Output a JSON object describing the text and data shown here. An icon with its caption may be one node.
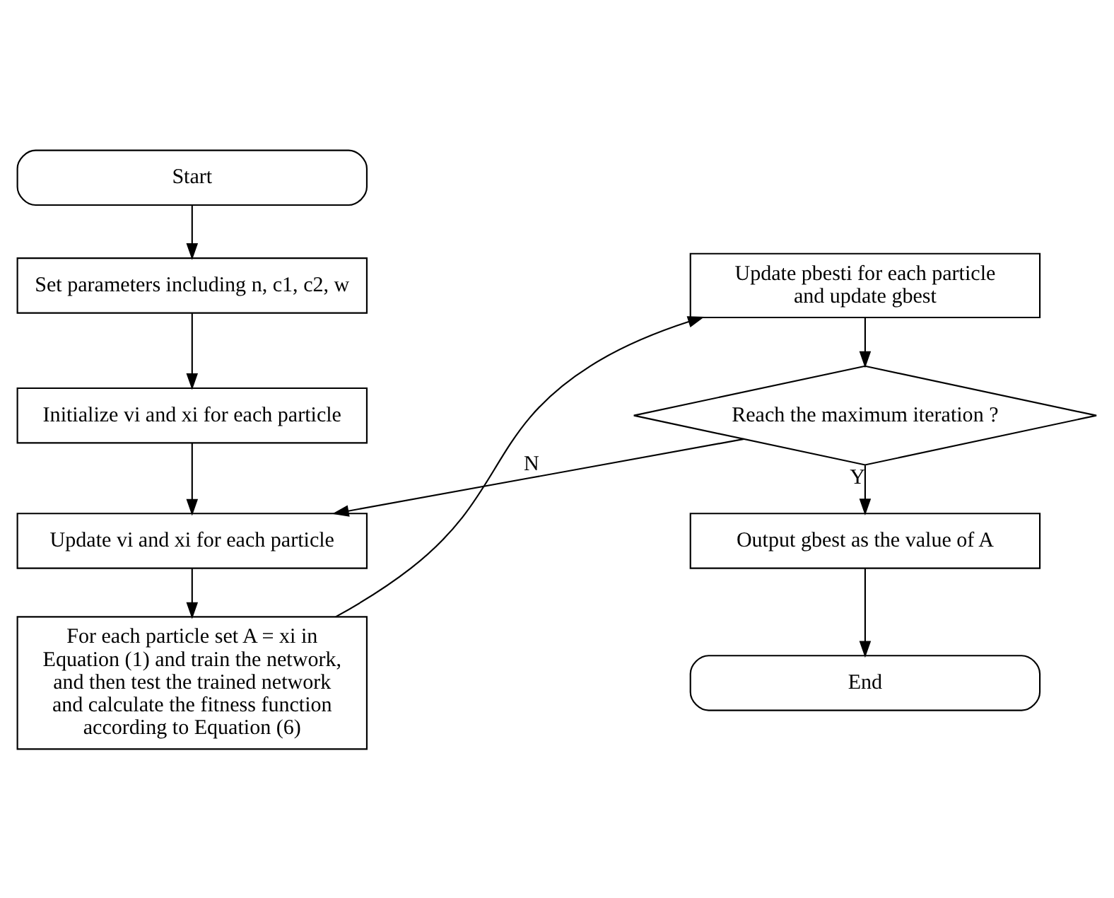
{
  "diagram": {
    "nodes": [
      {
        "text": [
          "Start"
        ]
      },
      {
        "text": [
          "Set parameters including n, c1, c2, w"
        ]
      },
      {
        "text": [
          "Initialize vi and xi for each particle"
        ]
      },
      {
        "text": [
          "Update vi and xi for each particle"
        ]
      },
      {
        "text": [
          "For each particle set A = xi in Equation (1) and train the network, and then test the trained network and calculate the fitness function according to Equation (6)"
        ]
      },
      {
        "text": [
          "Update pbesti for each particle and update gbest"
        ]
      },
      {
        "text": [
          "Reach the maximum iteration ?"
        ]
      },
      {
        "text": [
          "Output gbest as the value of A"
        ]
      },
      {
        "text": [
          "End"
        ]
      }
    ],
    "edges": [
      {
        "from": 0,
        "to": 1,
        "arrow": "to"
      },
      {
        "from": 1,
        "to": 2,
        "arrow": "to"
      },
      {
        "from": 2,
        "to": 3,
        "arrow": "to"
      },
      {
        "from": 3,
        "to": 4,
        "arrow": "to"
      },
      {
        "from": 4,
        "to": 5,
        "arrow": "to"
      },
      {
        "from": 5,
        "to": 6,
        "arrow": "to"
      },
      {
        "from": 6,
        "to": 7,
        "arrow": "to",
        "label": "Y"
      },
      {
        "from": 7,
        "to": 8,
        "arrow": "to"
      },
      {
        "from": 6,
        "to": 3,
        "arrow": "to",
        "label": "N"
      }
    ]
  }
}
